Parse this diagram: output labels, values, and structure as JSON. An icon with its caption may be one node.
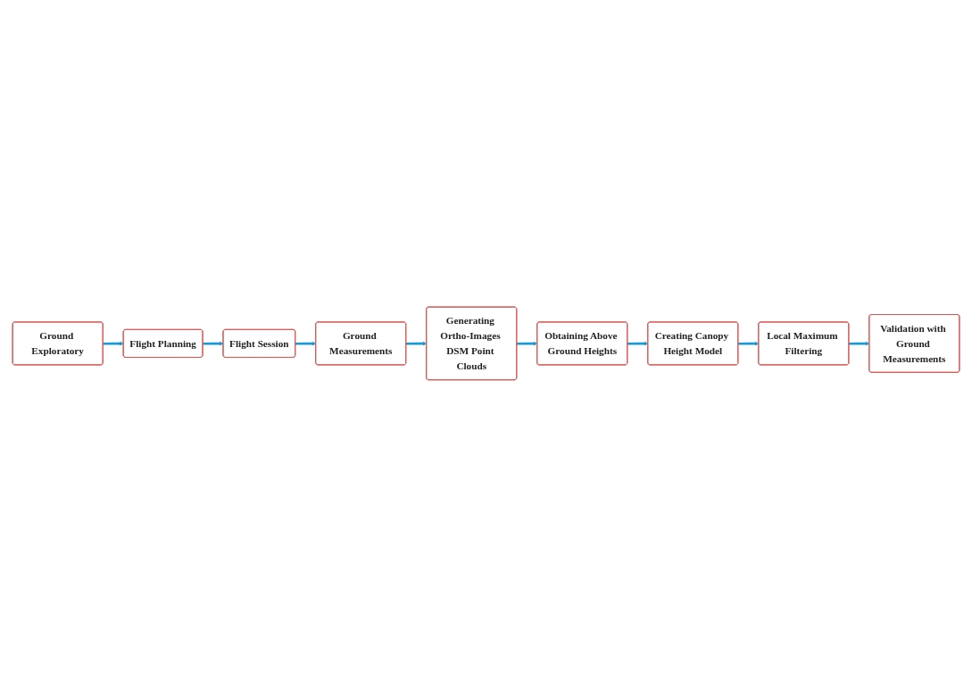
{
  "diagram": {
    "nodes": [
      {
        "text": [
          "Ground Exploratory"
        ]
      },
      {
        "text": [
          "Flight Planning"
        ]
      },
      {
        "text": [
          "Flight Session"
        ]
      },
      {
        "text": [
          "Ground Measurements"
        ]
      },
      {
        "text": [
          "Generating Ortho-Images DSM Point Clouds"
        ]
      },
      {
        "text": [
          "Obtaining Above Ground Heights"
        ]
      },
      {
        "text": [
          "Creating Canopy Height Model"
        ]
      },
      {
        "text": [
          "Local Maximum Filtering"
        ]
      },
      {
        "text": [
          "Validation with Ground Measurements"
        ]
      }
    ],
    "edges": [
      {
        "from": 0,
        "to": 1,
        "arrow": "to"
      },
      {
        "from": 1,
        "to": 2,
        "arrow": "to"
      },
      {
        "from": 2,
        "to": 3,
        "arrow": "to"
      },
      {
        "from": 3,
        "to": 4,
        "arrow": "to"
      },
      {
        "from": 4,
        "to": 5,
        "arrow": "to"
      },
      {
        "from": 5,
        "to": 6,
        "arrow": "to"
      },
      {
        "from": 6,
        "to": 7,
        "arrow": "to"
      },
      {
        "from": 7,
        "to": 8,
        "arrow": "to"
      }
    ]
  }
}
